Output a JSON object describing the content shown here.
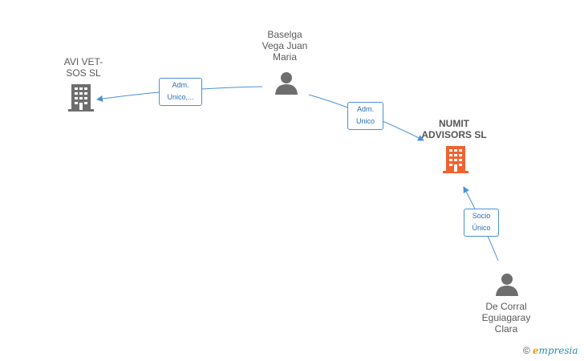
{
  "nodes": {
    "avi": {
      "label_line1": "AVI VET-",
      "label_line2": "SOS SL",
      "type": "company"
    },
    "baselga": {
      "label_line1": "Baselga",
      "label_line2": "Vega Juan",
      "label_line3": "Maria",
      "type": "person"
    },
    "numit": {
      "label_line1": "NUMIT",
      "label_line2": "ADVISORS SL",
      "type": "company-focus"
    },
    "decorral": {
      "label_line1": "De Corral",
      "label_line2": "Eguiagaray",
      "label_line3": "Clara",
      "type": "person"
    }
  },
  "edges": {
    "e1": {
      "line1": "Adm.",
      "line2": "Unico,..."
    },
    "e2": {
      "line1": "Adm.",
      "line2": "Unico"
    },
    "e3": {
      "line1": "Socio",
      "line2": "Único"
    }
  },
  "colors": {
    "edge": "#4a90d9",
    "company": "#6e6e6e",
    "focus_company": "#f0622f",
    "person": "#6e6e6e"
  },
  "footer": {
    "copyright": "©",
    "brand_e": "e",
    "brand_rest": "mpresia"
  }
}
